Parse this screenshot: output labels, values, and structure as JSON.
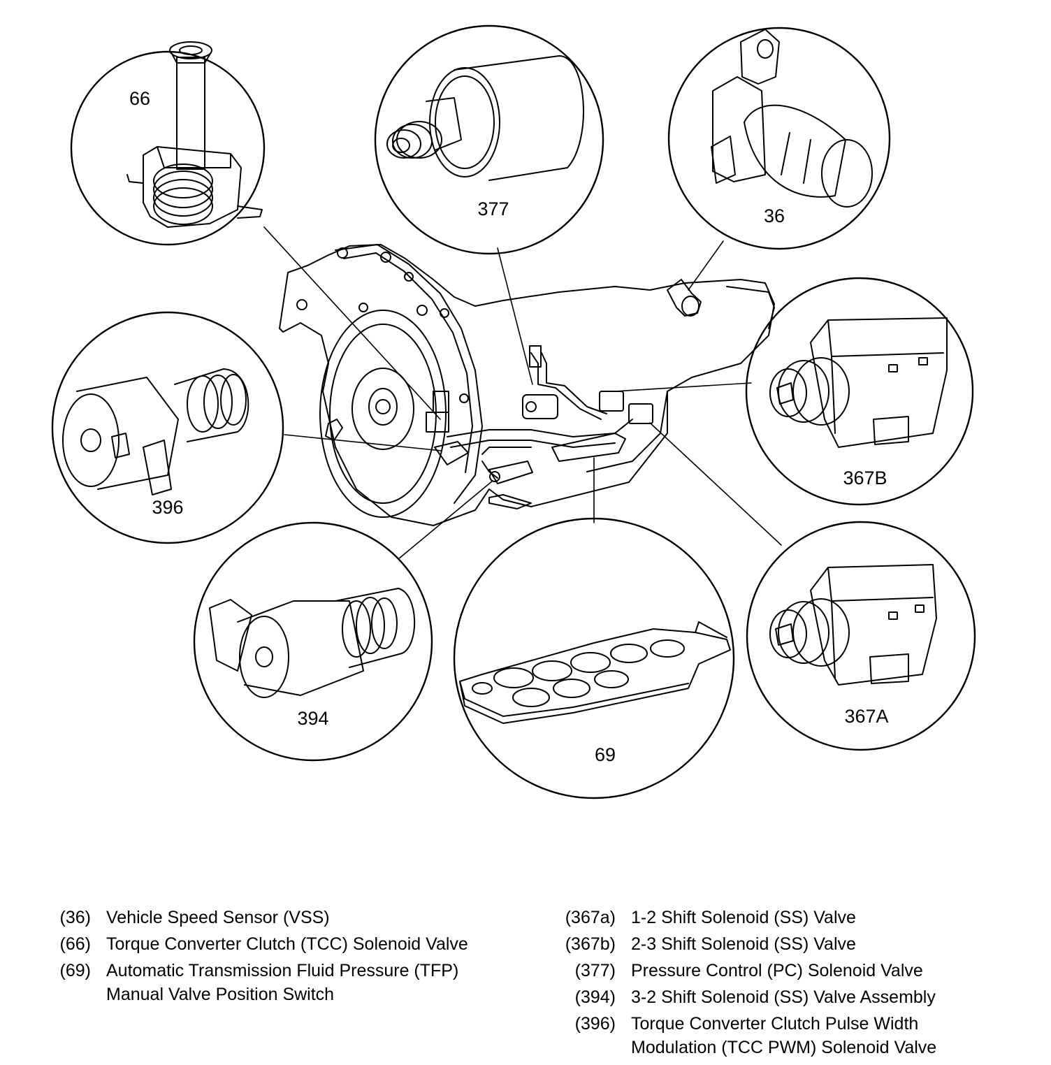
{
  "callouts": [
    {
      "id": "c66",
      "label": "66"
    },
    {
      "id": "c377",
      "label": "377"
    },
    {
      "id": "c36",
      "label": "36"
    },
    {
      "id": "c367B",
      "label": "367B"
    },
    {
      "id": "c367A",
      "label": "367A"
    },
    {
      "id": "c396",
      "label": "396"
    },
    {
      "id": "c394",
      "label": "394"
    },
    {
      "id": "c69",
      "label": "69"
    }
  ],
  "legend": {
    "left": [
      {
        "num": "(36)",
        "desc": "Vehicle Speed Sensor (VSS)"
      },
      {
        "num": "(66)",
        "desc": "Torque Converter Clutch (TCC) Solenoid Valve"
      },
      {
        "num": "(69)",
        "desc": "Automatic Transmission Fluid Pressure (TFP) Manual Valve Position Switch"
      }
    ],
    "right": [
      {
        "num": "(367a)",
        "desc": "1-2 Shift Solenoid (SS) Valve"
      },
      {
        "num": "(367b)",
        "desc": "2-3 Shift Solenoid (SS) Valve"
      },
      {
        "num": "(377)",
        "desc": "Pressure Control (PC) Solenoid Valve"
      },
      {
        "num": "(394)",
        "desc": "3-2 Shift Solenoid (SS) Valve Assembly"
      },
      {
        "num": "(396)",
        "desc": "Torque Converter Clutch Pulse Width Modulation (TCC PWM) Solenoid Valve"
      }
    ]
  }
}
